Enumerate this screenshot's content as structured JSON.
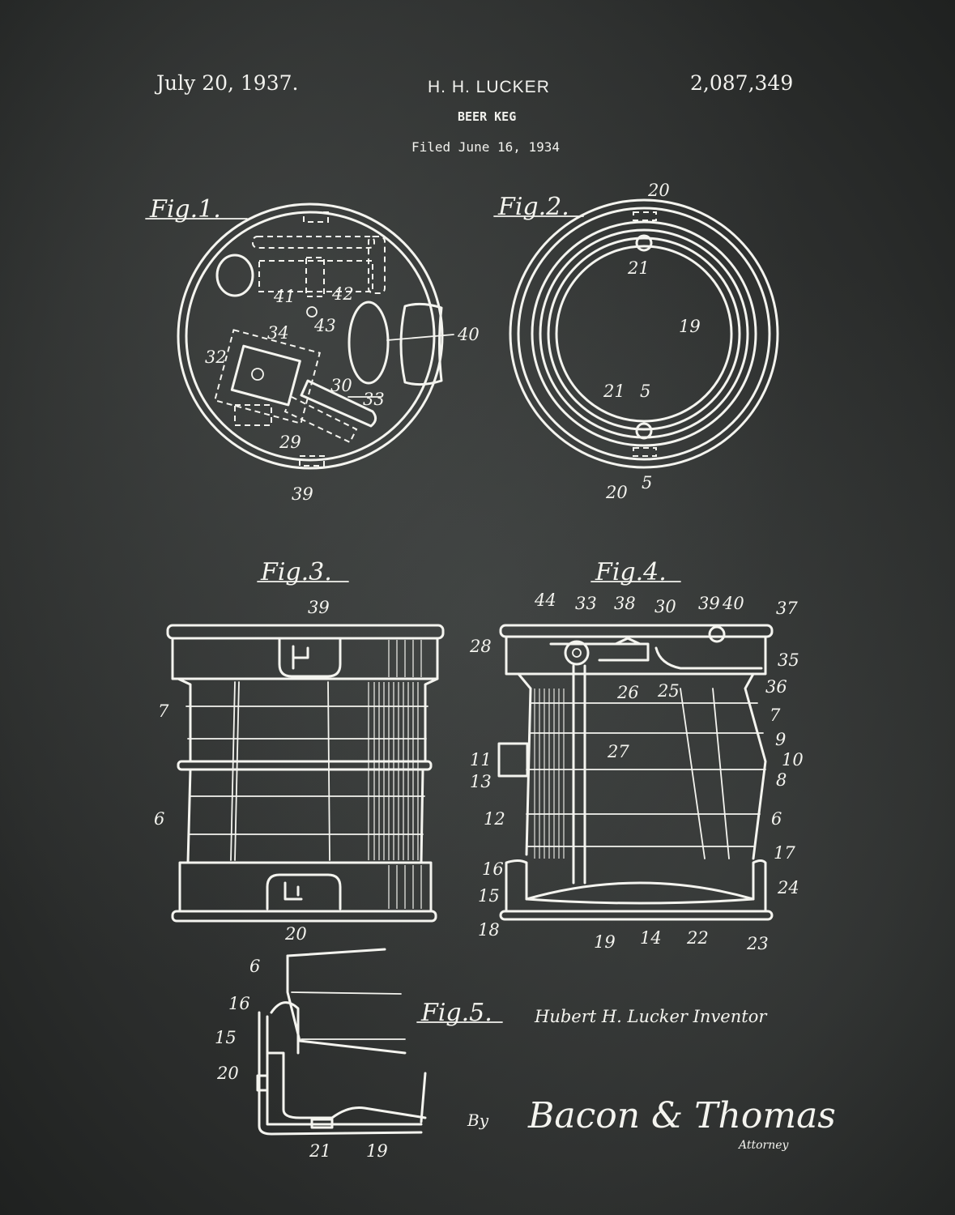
{
  "header": {
    "date": "July 20, 1937.",
    "inventor": "H. H. LUCKER",
    "patent_number": "2,087,349",
    "title": "BEER KEG",
    "filed": "Filed June 16, 1934"
  },
  "figures": {
    "fig1": {
      "title": "Fig.1.",
      "labels": [
        "41",
        "42",
        "43",
        "40",
        "34",
        "32",
        "30",
        "33",
        "29",
        "39"
      ]
    },
    "fig2": {
      "title": "Fig.2.",
      "labels": [
        "20",
        "21",
        "19",
        "21",
        "5",
        "5",
        "20"
      ]
    },
    "fig3": {
      "title": "Fig.3.",
      "labels": [
        "39",
        "7",
        "6",
        "20"
      ]
    },
    "fig4": {
      "title": "Fig.4.",
      "labels": [
        "44",
        "33",
        "38",
        "30",
        "39",
        "40",
        "37",
        "28",
        "35",
        "26",
        "25",
        "36",
        "7",
        "9",
        "10",
        "8",
        "27",
        "11",
        "13",
        "12",
        "6",
        "16",
        "17",
        "24",
        "15",
        "18",
        "19",
        "14",
        "22",
        "23"
      ]
    },
    "fig5": {
      "title": "Fig.5.",
      "labels": [
        "6",
        "16",
        "15",
        "20",
        "21",
        "19"
      ]
    }
  },
  "signature": {
    "inventor_line": "Hubert H. Lucker Inventor",
    "by": "By",
    "attorney_firm": "Bacon & Thomas",
    "attorney_label": "Attorney"
  }
}
